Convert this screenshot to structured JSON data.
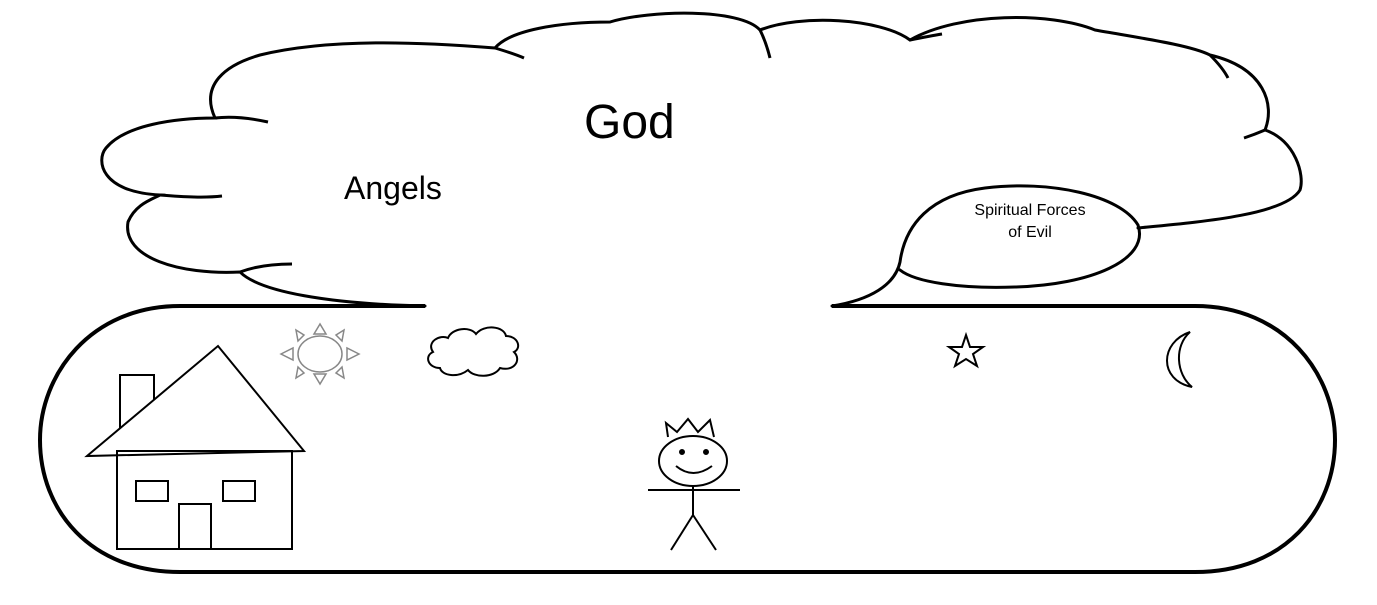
{
  "labels": {
    "god": "God",
    "angels": "Angels",
    "evil_line1": "Spiritual Forces",
    "evil_line2": "of Evil"
  },
  "icons": [
    "house-icon",
    "sun-icon",
    "small-cloud-icon",
    "stick-figure-king-icon",
    "star-icon",
    "crescent-moon-icon"
  ],
  "colors": {
    "stroke": "#000000",
    "sun": "#888888",
    "background": "#ffffff"
  }
}
